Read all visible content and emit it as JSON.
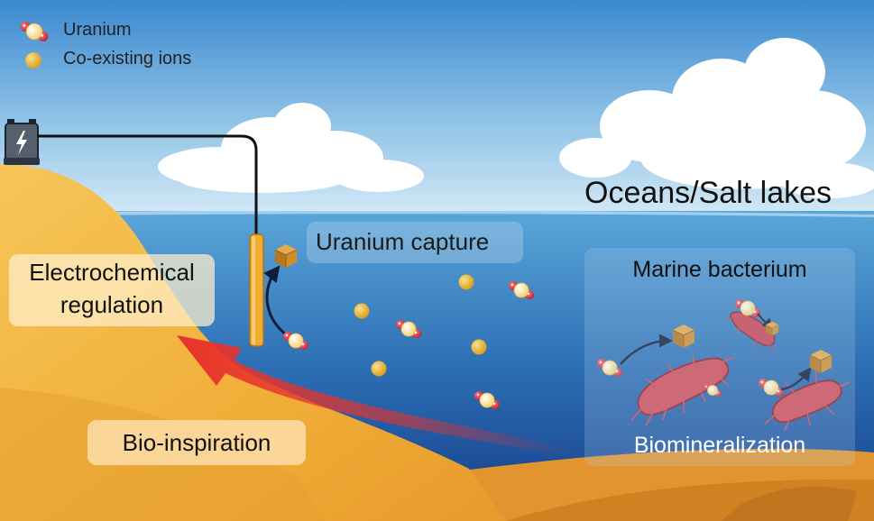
{
  "legend": {
    "uranium": "Uranium",
    "coexisting": "Co-existing ions"
  },
  "labels": {
    "oceans": "Oceans/Salt lakes",
    "uranium_capture": "Uranium capture",
    "electrochemical_line1": "Electrochemical",
    "electrochemical_line2": "regulation",
    "bio_inspiration": "Bio-inspiration",
    "marine_bacterium": "Marine bacterium",
    "biomineralization": "Biomineralization"
  },
  "colors": {
    "sky_top": "#3f8fd1",
    "sky_bottom": "#c9e3f3",
    "sea_surface": "#5ea7d8",
    "sea_deep": "#133e8a",
    "sand": "#f0b23a",
    "sand_dark": "#d9902a",
    "uranium_red": "#e0303b",
    "ion_gold": "#e8a820",
    "bacterium": "#d24b57",
    "cube": "#c98a2a",
    "arrow_red": "#e8322b"
  }
}
